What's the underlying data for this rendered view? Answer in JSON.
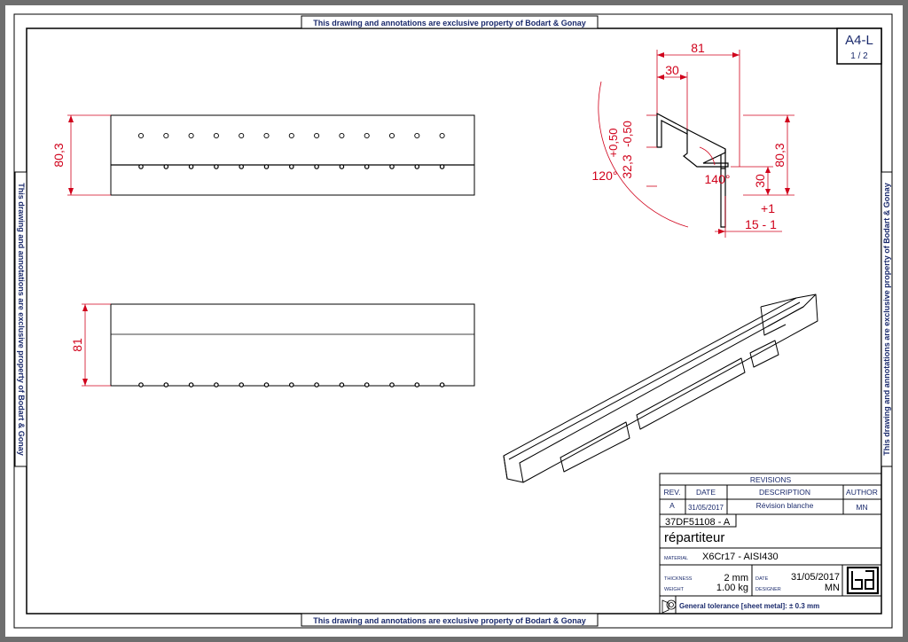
{
  "banner": {
    "text": "This drawing and annotations are exclusive property of Bodart & Gonay"
  },
  "sheet": {
    "format": "A4-L",
    "page": "1 / 2"
  },
  "dims": {
    "top_height": "80,3",
    "front_height": "81",
    "width": "81",
    "flange": "30",
    "tol_upper": "+0,50",
    "tol_lower": "-0,50",
    "lip_height": "32,3",
    "angle_left": "120°",
    "angle_right": "140°",
    "height_right": "80,3",
    "foot_height": "30",
    "foot_tol_plus": "+1",
    "foot_width": "15 - 1"
  },
  "revisions": {
    "title": "REVISIONS",
    "headers": [
      "REV.",
      "DATE",
      "DESCRIPTION",
      "AUTHOR"
    ],
    "row": {
      "rev": "A",
      "date": "31/05/2017",
      "description": "Révision blanche",
      "author": "MN"
    }
  },
  "title_block": {
    "part_number": "37DF51108 - A",
    "part_name": "répartiteur",
    "material_label": "MATERIAL",
    "material": "X6Cr17 - AISI430",
    "thickness_label": "THICKNESS",
    "thickness": "2 mm",
    "weight_label": "WEIGHT",
    "weight": "1.00 kg",
    "date_label": "DATE",
    "date": "31/05/2017",
    "designer_label": "DESIGNER",
    "designer": "MN",
    "logo": "bg",
    "tolerance": "General tolerance [sheet metal]: ± 0.3 mm"
  },
  "colors": {
    "dimension": "#d0021b",
    "banner": "#1a2a6c",
    "line": "#000000"
  }
}
